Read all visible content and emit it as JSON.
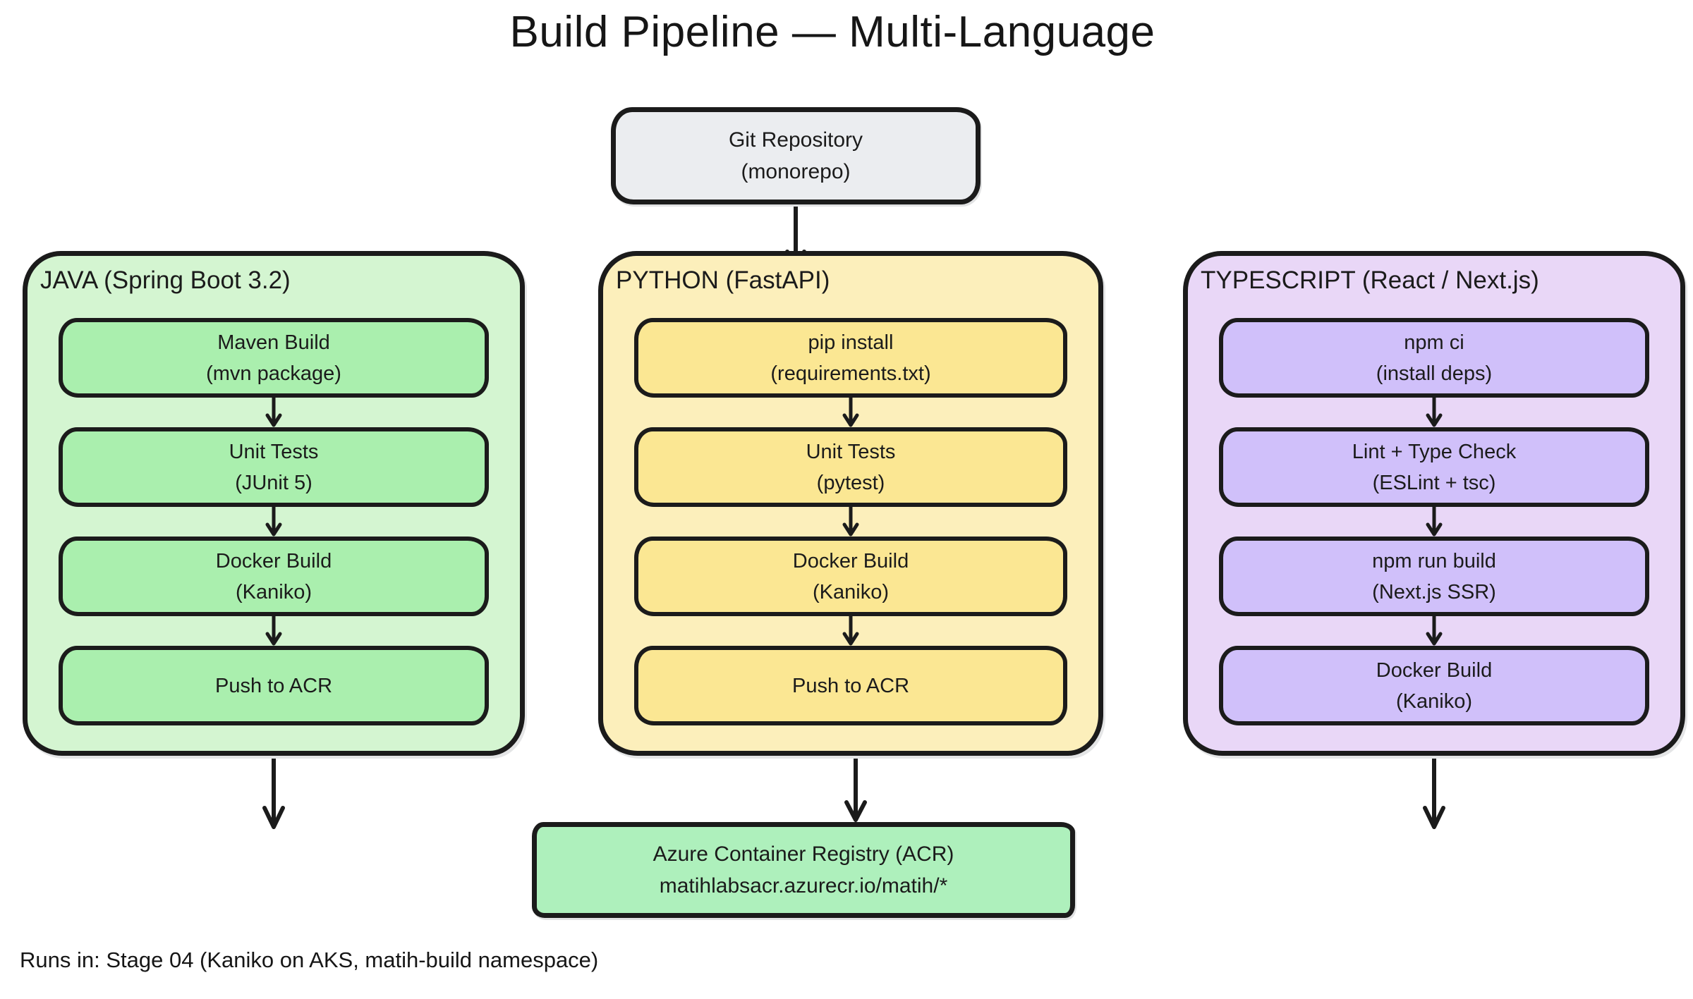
{
  "title": "Build Pipeline — Multi-Language",
  "source": {
    "line1": "Git Repository",
    "line2": "(monorepo)"
  },
  "columns": [
    {
      "header": "JAVA (Spring Boot 3.2)",
      "colors": {
        "container": "#d4f5d1",
        "step": "#aaefae"
      },
      "steps": [
        {
          "line1": "Maven Build",
          "line2": "(mvn package)"
        },
        {
          "line1": "Unit Tests",
          "line2": "(JUnit 5)"
        },
        {
          "line1": "Docker Build",
          "line2": "(Kaniko)"
        },
        {
          "line1": "Push to ACR",
          "line2": ""
        }
      ]
    },
    {
      "header": "PYTHON (FastAPI)",
      "colors": {
        "container": "#fcefbb",
        "step": "#fbe793"
      },
      "steps": [
        {
          "line1": "pip install",
          "line2": "(requirements.txt)"
        },
        {
          "line1": "Unit Tests",
          "line2": "(pytest)"
        },
        {
          "line1": "Docker Build",
          "line2": "(Kaniko)"
        },
        {
          "line1": "Push to ACR",
          "line2": ""
        }
      ]
    },
    {
      "header": "TYPESCRIPT (React / Next.js)",
      "colors": {
        "container": "#e9d7f7",
        "step": "#d0c0fa"
      },
      "steps": [
        {
          "line1": "npm ci",
          "line2": "(install deps)"
        },
        {
          "line1": "Lint + Type Check",
          "line2": "(ESLint + tsc)"
        },
        {
          "line1": "npm run build",
          "line2": "(Next.js SSR)"
        },
        {
          "line1": "Docker Build",
          "line2": "(Kaniko)"
        }
      ]
    }
  ],
  "sink": {
    "line1": "Azure Container Registry (ACR)",
    "line2": "matihlabsacr.azurecr.io/matih/*"
  },
  "footer": "Runs in: Stage 04 (Kaniko on AKS, matih-build namespace)",
  "colors": {
    "ink": "#1b1b1b",
    "background": "#ffffff",
    "source_fill": "#ebedf0",
    "sink_fill": "#aef0bc"
  }
}
